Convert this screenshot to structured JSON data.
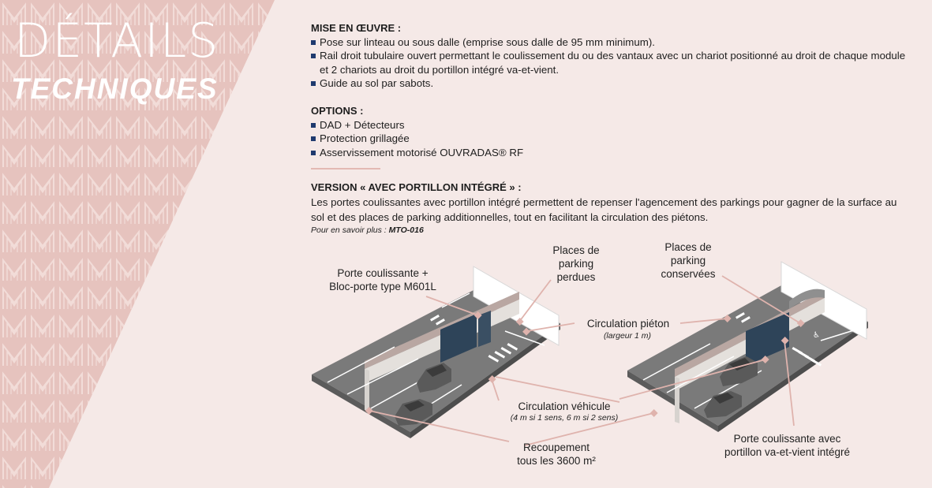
{
  "header": {
    "title": "DÉTAILS",
    "subtitle": "TECHNIQUES"
  },
  "mise_en_oeuvre": {
    "heading": "MISE EN ŒUVRE :",
    "items": [
      "Pose sur linteau ou sous dalle (emprise sous dalle de 95 mm minimum).",
      "Rail droit tubulaire ouvert permettant le coulissement du ou des vantaux avec un chariot positionné au droit de chaque module et 2 chariots au droit du portillon intégré va-et-vient.",
      "Guide au sol par sabots."
    ]
  },
  "options": {
    "heading": "OPTIONS :",
    "items": [
      "DAD + Détecteurs",
      "Protection grillagée",
      "Asservissement motorisé OUVRADAS® RF"
    ]
  },
  "version": {
    "heading": "VERSION « AVEC PORTILLON INTÉGRÉ » :",
    "text": "Les portes coulissantes avec portillon intégré permettent de repenser l'agencement des parkings pour gagner de la surface au sol et des places de parking additionnelles, tout en facilitant la circulation des piétons.",
    "more_prefix": "Pour en savoir plus : ",
    "more_ref": "MTO-016"
  },
  "labels": {
    "porte_coulissante": "Porte coulissante +",
    "bloc_porte": "Bloc-porte type M601L",
    "places_perdues_1": "Places de",
    "places_perdues_2": "parking",
    "places_perdues_3": "perdues",
    "places_conservees_1": "Places de",
    "places_conservees_2": "parking",
    "places_conservees_3": "conservées",
    "circ_pieton": "Circulation piéton",
    "circ_pieton_sub": "(largeur 1 m)",
    "circ_vehicule": "Circulation véhicule",
    "circ_vehicule_sub": "(4 m si 1 sens, 6 m si 2 sens)",
    "recoupement_1": "Recoupement",
    "recoupement_2": "tous les 3600 m²",
    "porte_portillon_1": "Porte coulissante avec",
    "porte_portillon_2": "portillon va-et-vient intégré"
  },
  "colors": {
    "accent": "#e3b9b3",
    "panel": "#e8c5c0",
    "bullet": "#1f3a6e",
    "background": "#f5e9e7"
  }
}
